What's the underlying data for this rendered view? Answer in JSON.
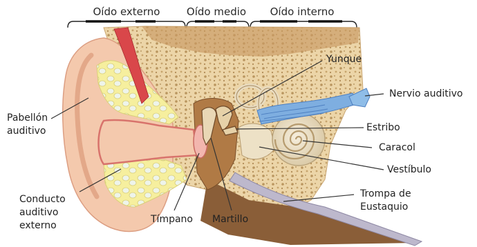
{
  "sections": {
    "outer": "Oído externo",
    "middle": "Oído medio",
    "inner": "Oído interno"
  },
  "labels": {
    "pinna": "Pabellón auditivo",
    "pinna_line1": "Pabellón",
    "pinna_line2": "auditivo",
    "ear_canal_line1": "Conducto",
    "ear_canal_line2": "auditivo",
    "ear_canal_line3": "externo",
    "eardrum": "Tímpano",
    "malleus": "Martillo",
    "incus": "Yunque",
    "auditory_nerve": "Nervio auditivo",
    "stapes": "Estribo",
    "cochlea": "Caracol",
    "vestibule": "Vestíbulo",
    "eustachian_line1": "Trompa de",
    "eustachian_line2": "Eustaquio"
  },
  "colors": {
    "bone": "#ecd5a8",
    "bone_pores": "#b9955e",
    "skin": "#f4c9ad",
    "skin_dark": "#e8a88a",
    "canal_outline": "#d8736c",
    "cartilage": "#f6f0a8",
    "fat": "#e8f2f0",
    "muscle": "#d9474a",
    "tissue_brown": "#9a6a3e",
    "cochlea": "#e9dcc0",
    "nerve": "#7eaee0",
    "nerve_dark": "#4d7fc0",
    "eustachian": "#b9b5c9"
  }
}
